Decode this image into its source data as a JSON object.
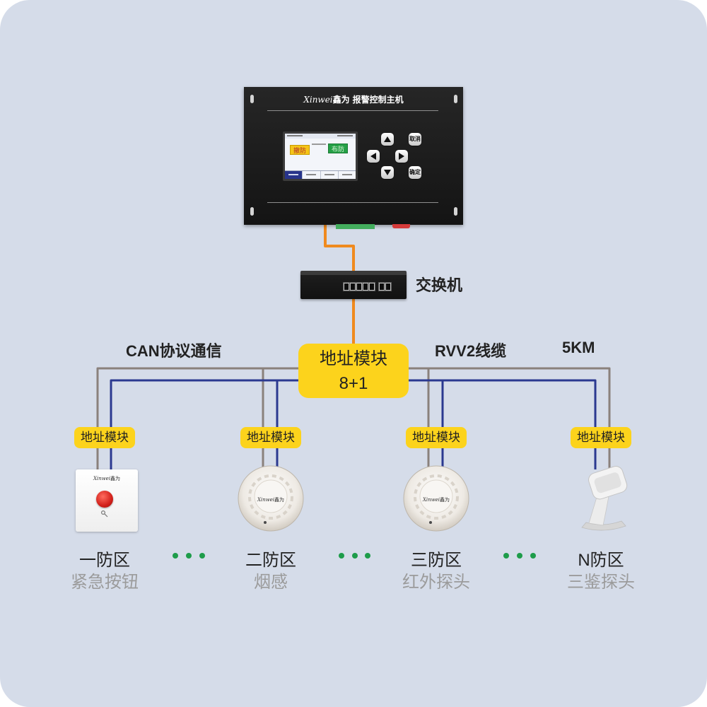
{
  "brand": {
    "latin": "Xinwei",
    "cn": "鑫为"
  },
  "host": {
    "title": "报警控制主机",
    "screen": {
      "disarm_label": "撤防",
      "arm_label": "布防"
    },
    "keypad": {
      "cancel_label": "取消",
      "confirm_label": "确定",
      "icons": [
        "arrow-up-icon",
        "arrow-left-icon",
        "arrow-right-icon",
        "arrow-down-icon"
      ]
    }
  },
  "switch": {
    "label": "交换机"
  },
  "bus": {
    "protocol_label": "CAN协议通信",
    "cable_label": "RVV2线缆",
    "distance_label": "5KM"
  },
  "main_module": {
    "title": "地址模块",
    "capacity": "8+1"
  },
  "zones": [
    {
      "module_label": "地址模块",
      "zone_label": "一防区",
      "device_label": "紧急按钮",
      "device_icon": "emergency-button-icon"
    },
    {
      "module_label": "地址模块",
      "zone_label": "二防区",
      "device_label": "烟感",
      "device_icon": "smoke-detector-icon"
    },
    {
      "module_label": "地址模块",
      "zone_label": "三防区",
      "device_label": "红外探头",
      "device_icon": "infrared-detector-icon"
    },
    {
      "module_label": "地址模块",
      "zone_label": "N防区",
      "device_label": "三鉴探头",
      "device_icon": "triple-tech-detector-icon"
    }
  ],
  "colors": {
    "background": "#d5dce9",
    "module_yellow": "#fcd31c",
    "cable_orange": "#f08a1e",
    "bus_gray": "#8a817c",
    "bus_blue": "#2b3990",
    "dots_green": "#1e9c4a",
    "sublabel_gray": "#9b9b9b",
    "text_dark": "#222222"
  }
}
